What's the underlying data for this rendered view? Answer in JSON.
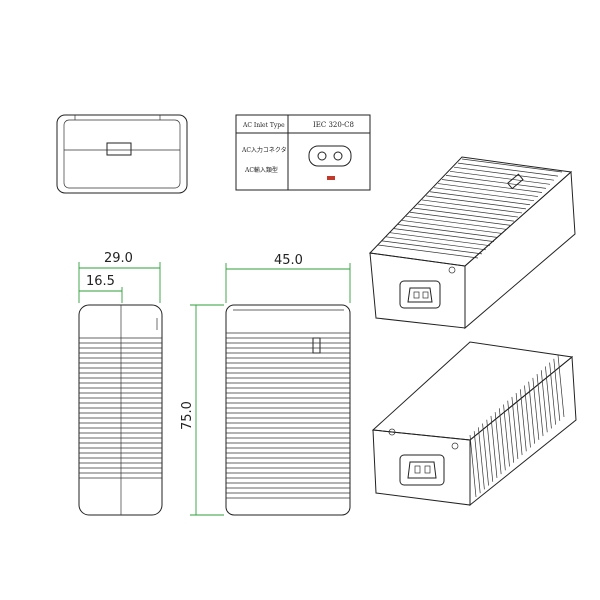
{
  "dimensions": {
    "total_depth": "29.0",
    "partial_depth": "16.5",
    "width": "45.0",
    "height": "75.0"
  },
  "spec_table": {
    "label_inlet_type": "AC Inlet Type",
    "label_connector": "AC入力コネクタ",
    "label_model": "AC輸入類型",
    "inlet_value": "IEC 320-C8"
  }
}
